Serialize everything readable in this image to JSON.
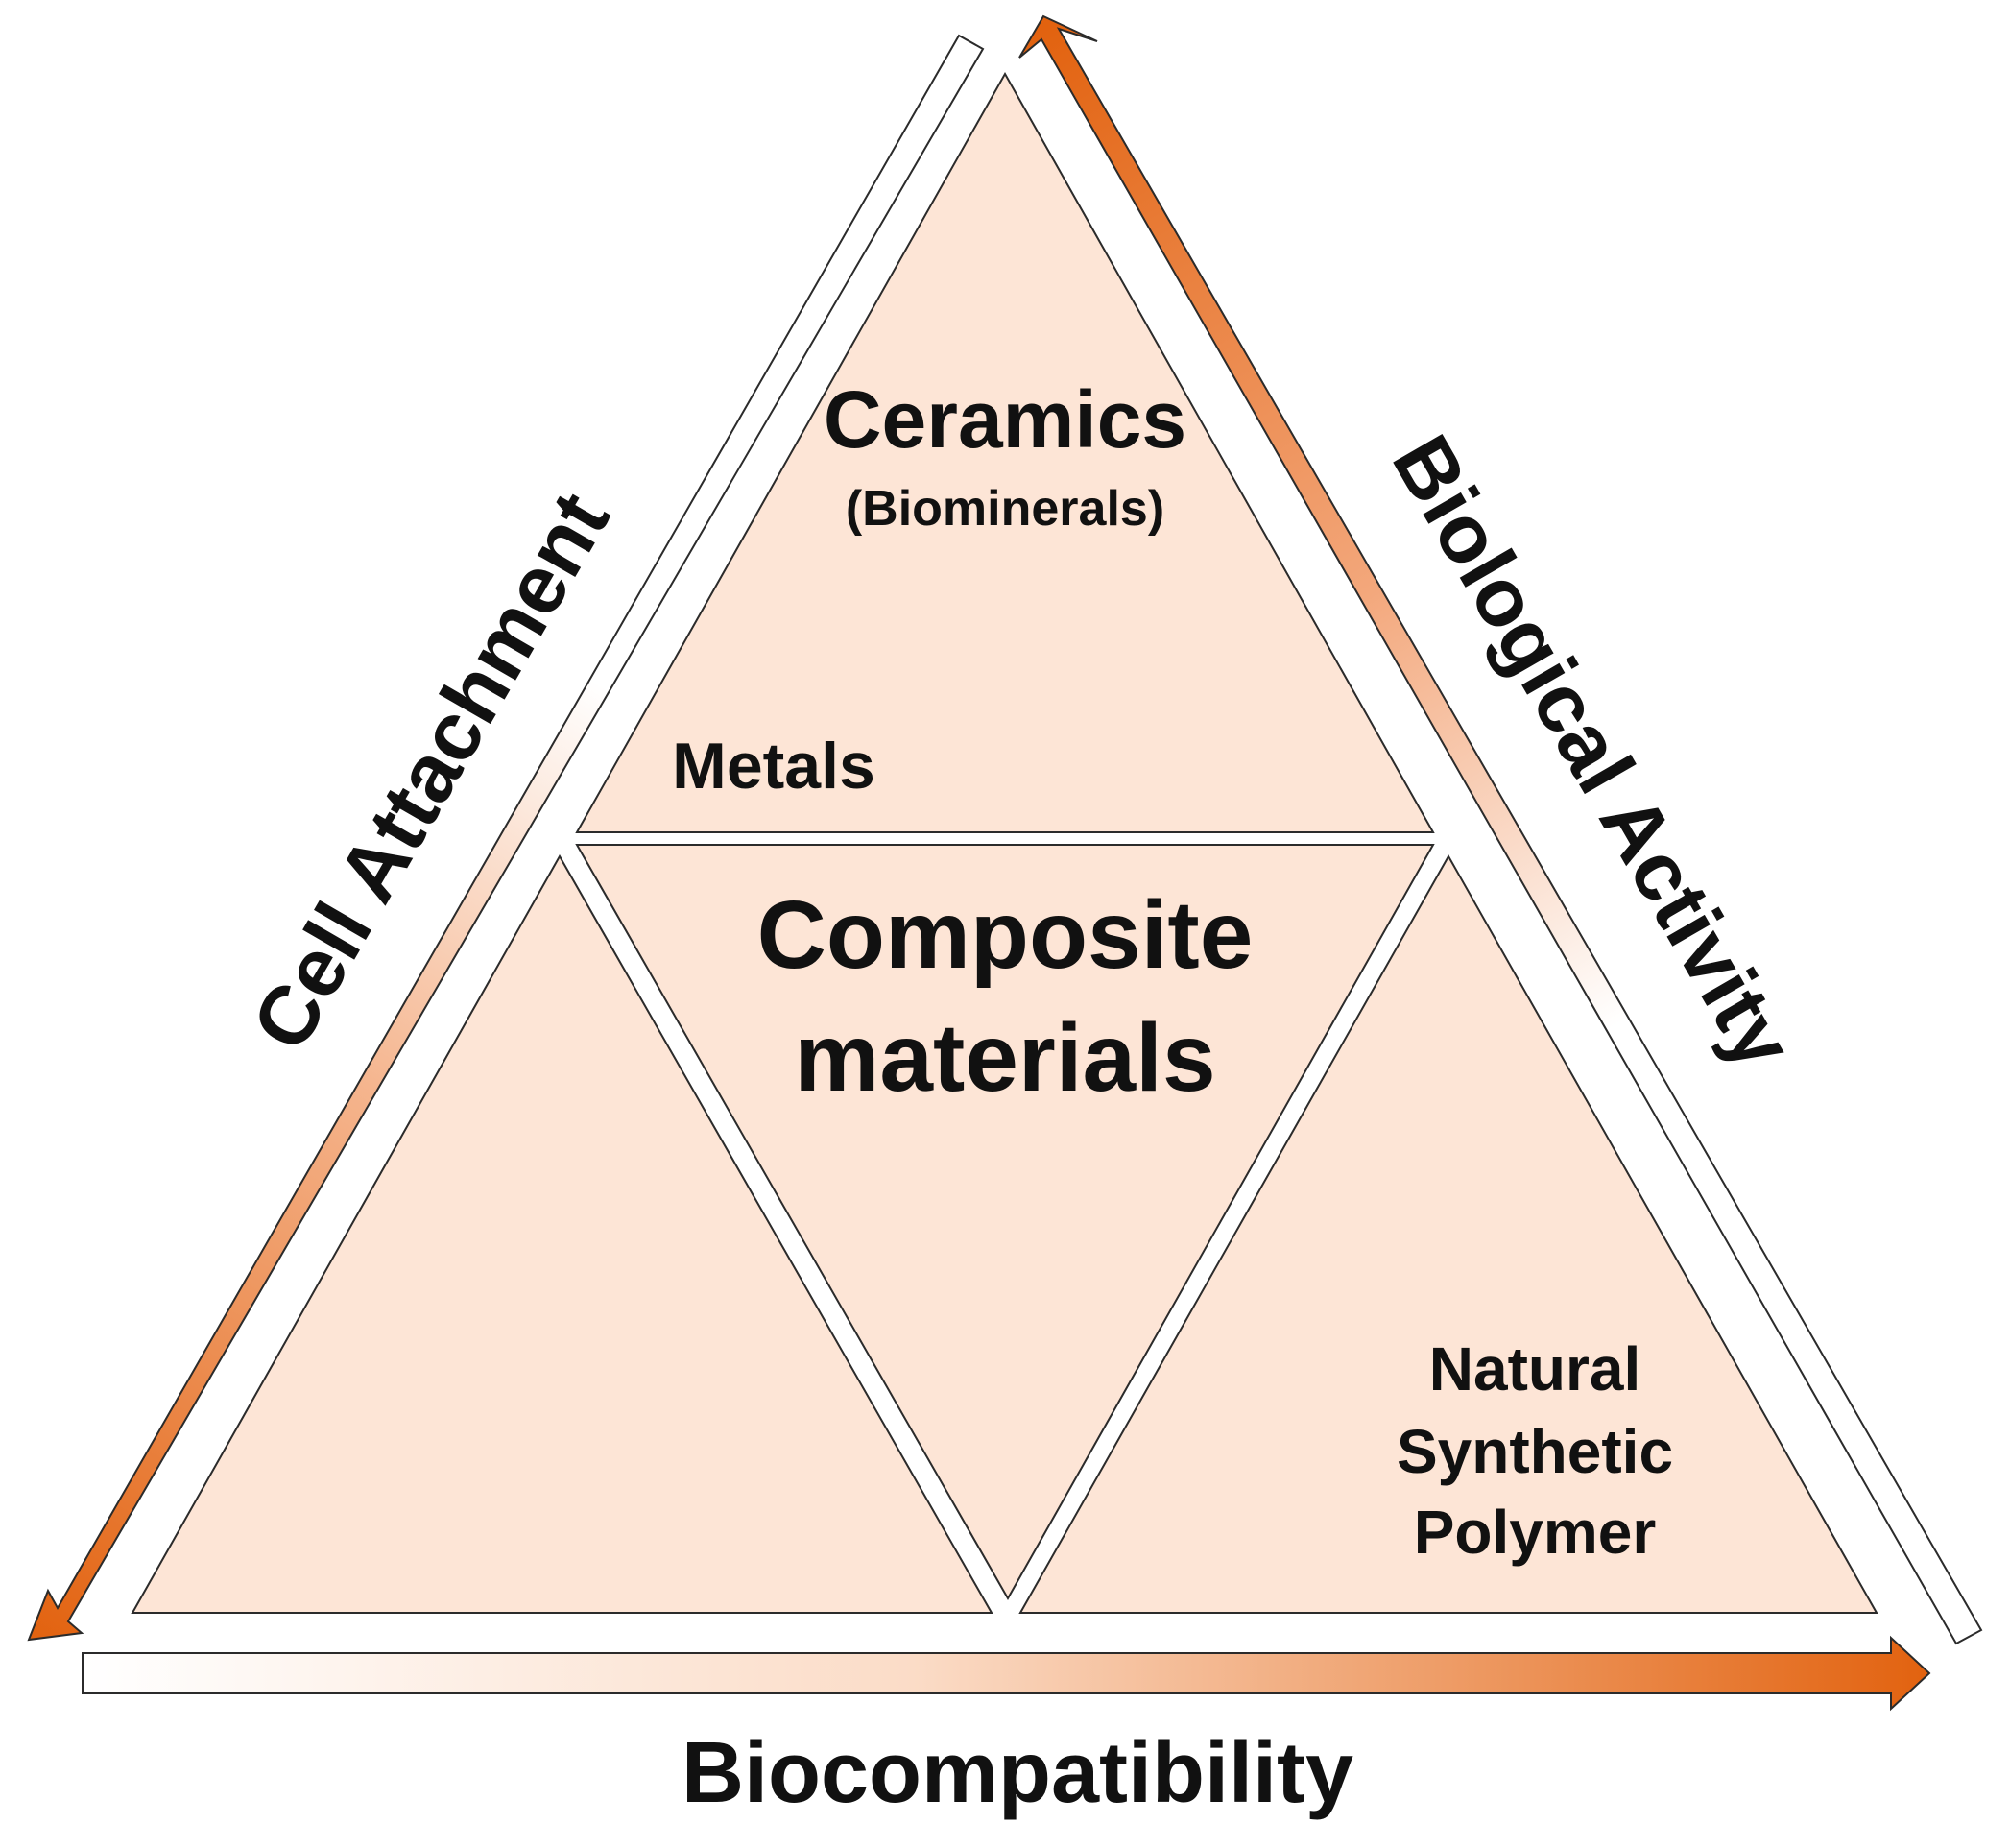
{
  "labels": {
    "ceramics": "Ceramics",
    "biominerals": "(Biominerals)",
    "metals": "Metals",
    "composite_line1": "Composite",
    "composite_line2": "materials",
    "natural": "Natural",
    "synthetic": "Synthetic",
    "polymer": "Polymer"
  },
  "axes": {
    "left": "Cell Attachment",
    "right": "Biological Activity",
    "bottom": "Biocompatibility"
  },
  "colors": {
    "fill": "#FDE5D6",
    "accent": "#E2620F",
    "outline": "#2B2B2B"
  }
}
